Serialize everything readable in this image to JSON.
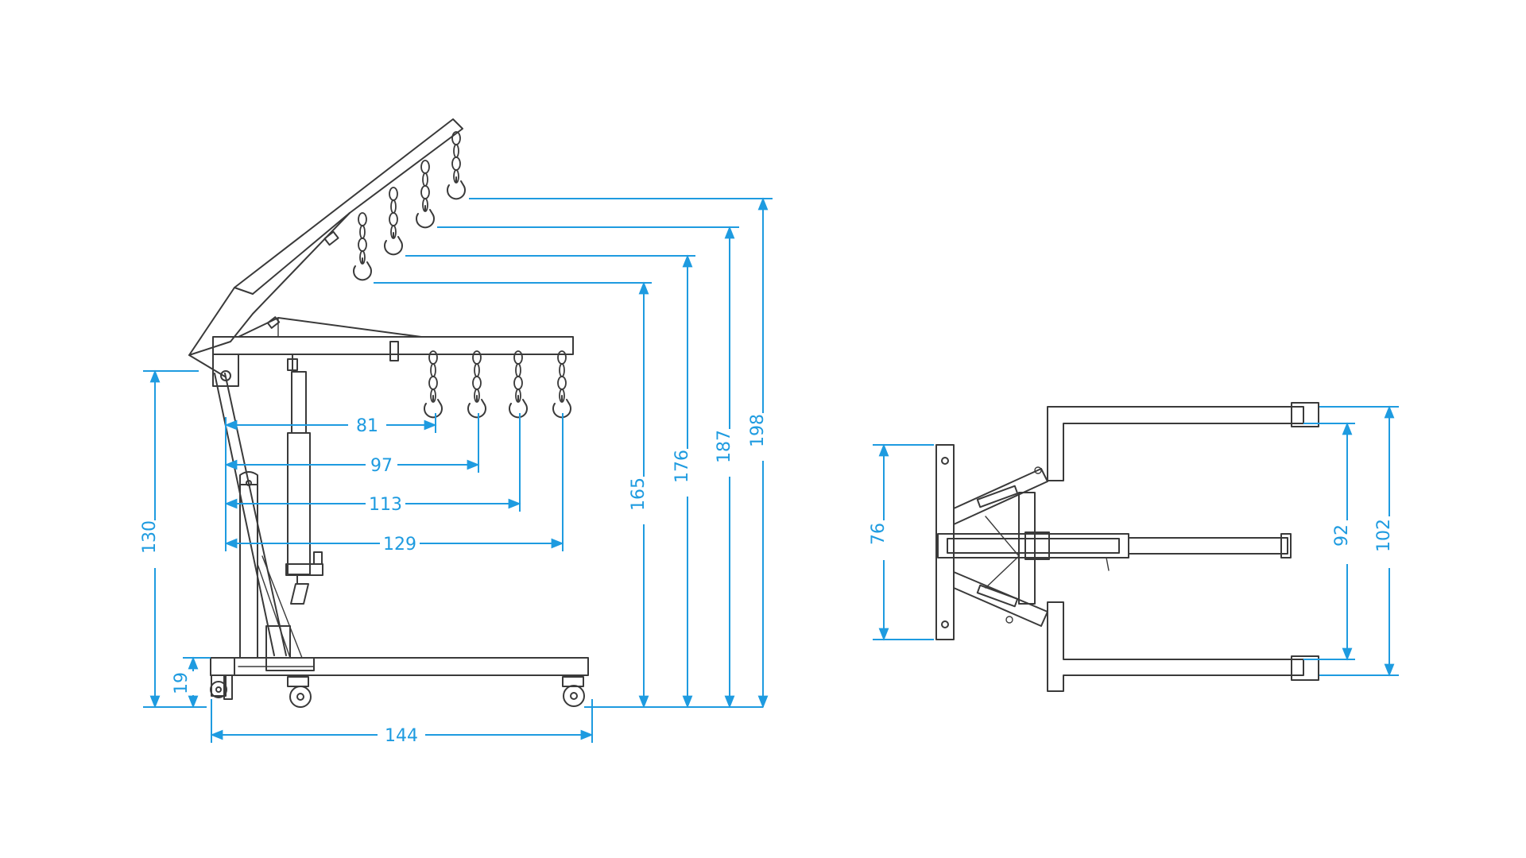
{
  "colors": {
    "dimension": "#1e9be0",
    "outline": "#3a3a3a",
    "background": "#ffffff"
  },
  "side_view": {
    "dimensions": {
      "reach_81": "81",
      "reach_97": "97",
      "reach_113": "113",
      "reach_129": "129",
      "height_130": "130",
      "height_19": "19",
      "length_144": "144",
      "height_165": "165",
      "height_176": "176",
      "height_187": "187",
      "height_198": "198"
    }
  },
  "top_view": {
    "dimensions": {
      "width_76": "76",
      "width_92": "92",
      "width_102": "102"
    }
  }
}
